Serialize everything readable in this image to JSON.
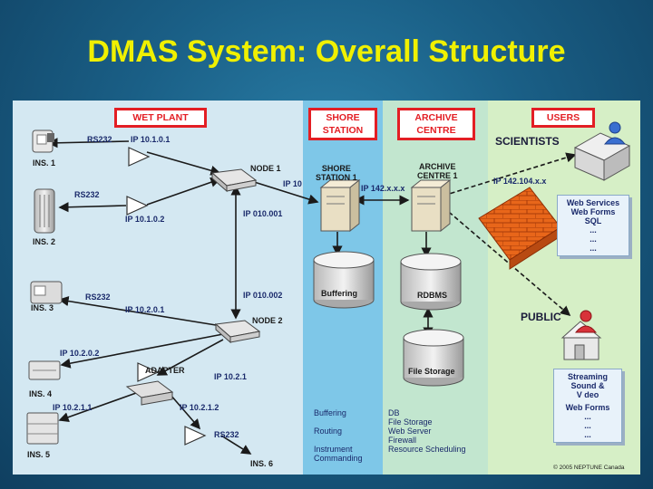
{
  "title": "DMAS System: Overall Structure",
  "zones": {
    "wet_plant": "WET PLANT",
    "shore_station": "SHORE\nSTATION",
    "archive_centre": "ARCHIVE\nCENTRE",
    "users": "USERS"
  },
  "instruments": {
    "ins1": "INS. 1",
    "ins2": "INS. 2",
    "ins3": "INS. 3",
    "ins4": "INS. 4",
    "ins5": "INS. 5",
    "ins6": "INS. 6"
  },
  "links": {
    "rs232_1": "RS232",
    "rs232_2": "RS232",
    "rs232_3": "RS232",
    "rs232_6": "RS232"
  },
  "ips": {
    "ip_1": "IP 10.1.0.1",
    "ip_2": "IP 10.1.0.2",
    "ip_3": "IP 10.2.0.1",
    "ip_4": "IP 10.2.0.2",
    "ip_5": "IP 10.2.1.1",
    "ip_6": "IP 10.2.1.2",
    "ip_7": "IP 10.2.1",
    "ip_node1": "IP 010.001",
    "ip_node2": "IP 010.002",
    "ip_10": "IP 10",
    "ip_142x": "IP 142.x.x.x",
    "ip_142104": "IP 142.104.x.x"
  },
  "nodes": {
    "node1": "NODE 1",
    "node2": "NODE 2",
    "adapter": "ADAPTER"
  },
  "stations": {
    "shore_station": "SHORE\nSTATION 1",
    "archive_centre": "ARCHIVE\nCENTRE 1"
  },
  "storage": {
    "buffering": "Buffering",
    "rdbms": "RDBMS",
    "file_storage": "File Storage"
  },
  "users": {
    "scientists": "SCIENTISTS",
    "public": "PUBLIC"
  },
  "scientists_box": [
    "Web Services",
    "Web Forms",
    "SQL",
    "...",
    "...",
    "..."
  ],
  "public_box": [
    "Streaming",
    "Sound &",
    "V deo",
    "Web Forms",
    "...",
    "...",
    "..."
  ],
  "shore_functions": [
    "Buffering",
    "Routing",
    "Instrument\nCommanding"
  ],
  "archive_functions": [
    "DB",
    "File Storage",
    "Web Server",
    "Firewall",
    "Resource Scheduling"
  ],
  "copyright": "© 2005 NEPTUNE Canada",
  "colors": {
    "title": "#f0f000",
    "accent": "#e31e24",
    "wet": "#d4e8f2",
    "shore": "#7ec7e8",
    "archive": "#c2e6cf",
    "users": "#d6efc6"
  }
}
